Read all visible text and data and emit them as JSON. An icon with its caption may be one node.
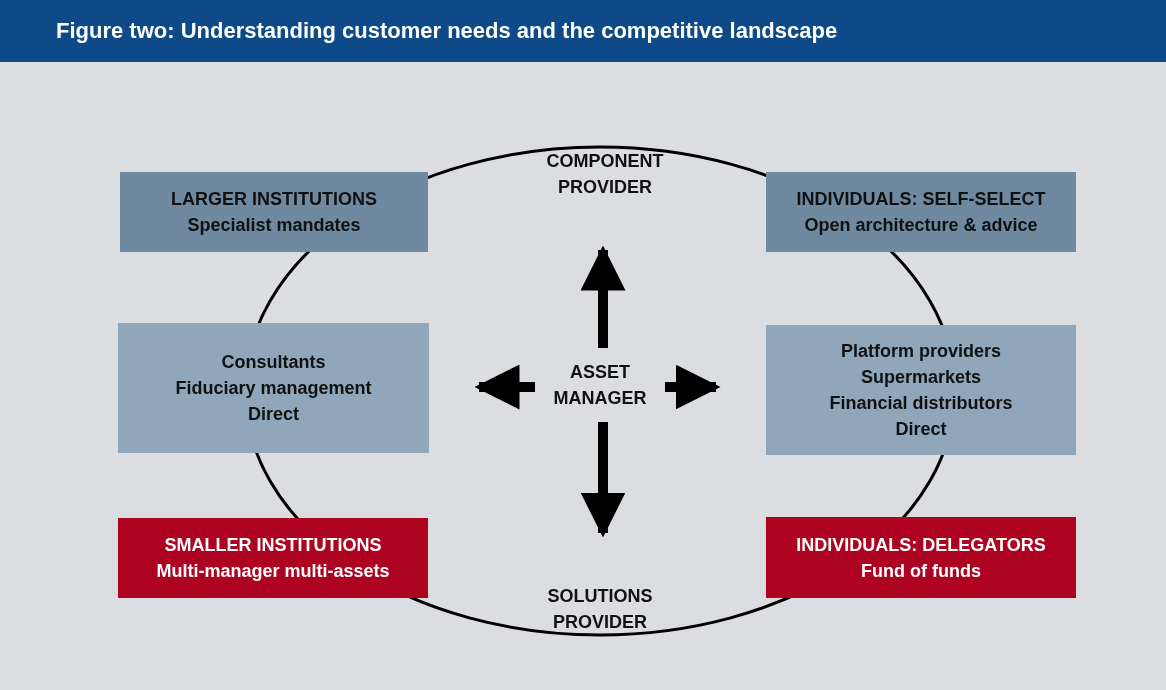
{
  "diagram": {
    "title": "Figure two: Understanding customer needs and the competitive landscape",
    "nodes": [
      {
        "text": [
          "LARGER INSTITUTIONS",
          "Specialist mandates"
        ]
      },
      {
        "text": [
          "COMPONENT PROVIDER"
        ]
      },
      {
        "text": [
          "INDIVIDUALS: SELF-SELECT",
          "Open architecture & advice"
        ]
      },
      {
        "text": [
          "Consultants",
          "Fiduciary management",
          "Direct"
        ]
      },
      {
        "text": [
          "ASSET MANAGER"
        ]
      },
      {
        "text": [
          "Platform providers",
          "Supermarkets",
          "Financial distributors",
          "Direct"
        ]
      },
      {
        "text": [
          "SMALLER INSTITUTIONS",
          "Multi-manager multi-assets"
        ]
      },
      {
        "text": [
          "SOLUTIONS PROVIDER"
        ]
      },
      {
        "text": [
          "INDIVIDUALS: DELEGATORS",
          "Fund of funds"
        ]
      }
    ],
    "edges": [
      {
        "from": 4,
        "to": 1,
        "arrow": "to"
      },
      {
        "from": 4,
        "to": 3,
        "arrow": "to"
      },
      {
        "from": 4,
        "to": 5,
        "arrow": "to"
      },
      {
        "from": 4,
        "to": 7,
        "arrow": "to"
      }
    ]
  }
}
